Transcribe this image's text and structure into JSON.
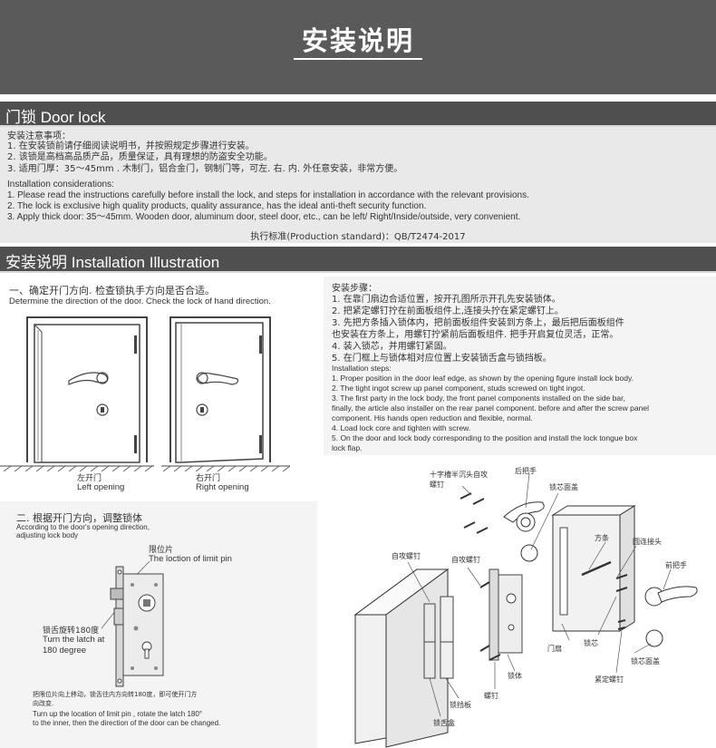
{
  "header": {
    "title": "安装说明"
  },
  "door_lock": {
    "heading": "门锁 Door lock",
    "cn_heading": "安装注意事项：",
    "cn_items": [
      "1. 在安装锁前请仔细阅读说明书，并按照规定步骤进行安装。",
      "2. 该锁是高档高品质产品，质量保证，具有理想的防盗安全功能。",
      "3. 适用门厚：35～45mm . 木制门，铝合金门，钢制门等，可左. 右. 内. 外任意安装，非常方便。"
    ],
    "en_heading": "Installation considerations:",
    "en_items": [
      "1. Please read the instructions carefully before install the lock, and steps for installation in accordance with  the relevant provisions.",
      "2. The lock is exclusive high quality products, quality assurance, has the ideal anti-theft security function.",
      "3. Apply thick door: 35～45mm. Wooden door, aluminum door, steel door, etc., can be left/ Right/Inside/outside, very convenient."
    ],
    "standard": "执行标准(Production standard)：QB/T2474-2017"
  },
  "install": {
    "heading": "安装说明 Installation Illustration",
    "step1": {
      "cn": "一、确定开门方向. 检查锁执手方向是否合适。",
      "en": "Determine the direction of the door. Check the lock of hand direction.",
      "left_cn": "左开门",
      "left_en": "Left opening",
      "right_cn": "右开门",
      "right_en": "Right  opening"
    },
    "step2": {
      "cn": "二. 根据开门方向，调整锁体",
      "en1": "According to the door's opening direction,",
      "en2": "adjusting lock body",
      "limit_cn": "限位片",
      "limit_en": "The loction of limit pin",
      "latch_cn": "锁舌旋转180度",
      "latch_en1": "Turn the latch at",
      "latch_en2": "180 degree",
      "note_cn1": "把限位片向上移动，锁舌往内方向转180度，即可使开门方",
      "note_cn2": "向改变.",
      "note_en1": "Turn up the location of limit pin , rotate the latch 180°",
      "note_en2": "to the inner, then the direction of the door can be changed."
    },
    "steps": {
      "cn_heading": "安装步骤：",
      "cn_items": [
        "1. 在靠门扇边合适位置，按开孔图所示开孔先安装锁体。",
        "2. 把紧定螺钉拧在前面板组件上,连接头拧在紧定螺钉上。",
        "3. 先把方条插入锁体内，把前面板组件安装到方条上，最后把后面板组件",
        "    也安装在方条上，用螺钉拧紧前后面板组件. 把手开启复位灵活，正常。",
        "4. 装入锁芯，并用螺钉紧固。",
        "5. 在门框上与锁体相对应位置上安装锁舌盒与锁挡板。"
      ],
      "en_heading": "Installation steps:",
      "en_items": [
        "1. Proper position in the door leaf edge, as shown by the opening figure install lock body.",
        "2. The tight ingot screw up panel component, studs screwed on tight ingot.",
        "3. The first party in the lock body, the front panel components installed on the side bar,",
        "    finally, the article also installer on the rear panel component. before and after the screw panel",
        "    component. His hands open reduction and flexible, normal.",
        "4. Load lock core and tighten with screw.",
        "5. On the door and lock body corresponding to the position and install the lock tongue box",
        "    lock flap."
      ]
    },
    "parts": {
      "cross_screw1": "十字槽半沉头自攻",
      "cross_screw2": "螺钉",
      "rear_handle": "后把手",
      "core_cover_top": "锁芯面盖",
      "self_tap1": "自攻螺钉",
      "self_tap2": "自攻螺钉",
      "square_bar": "方条",
      "round_connector": "圆连接头",
      "front_handle": "前把手",
      "door_leaf": "门扇",
      "lock_core": "锁芯",
      "core_cover_bottom": "锁芯面盖",
      "set_screw": "紧定螺钉",
      "lock_body": "锁体",
      "screw": "螺钉",
      "strike_plate": "锁挡板",
      "strike_box": "锁舌盒"
    }
  }
}
